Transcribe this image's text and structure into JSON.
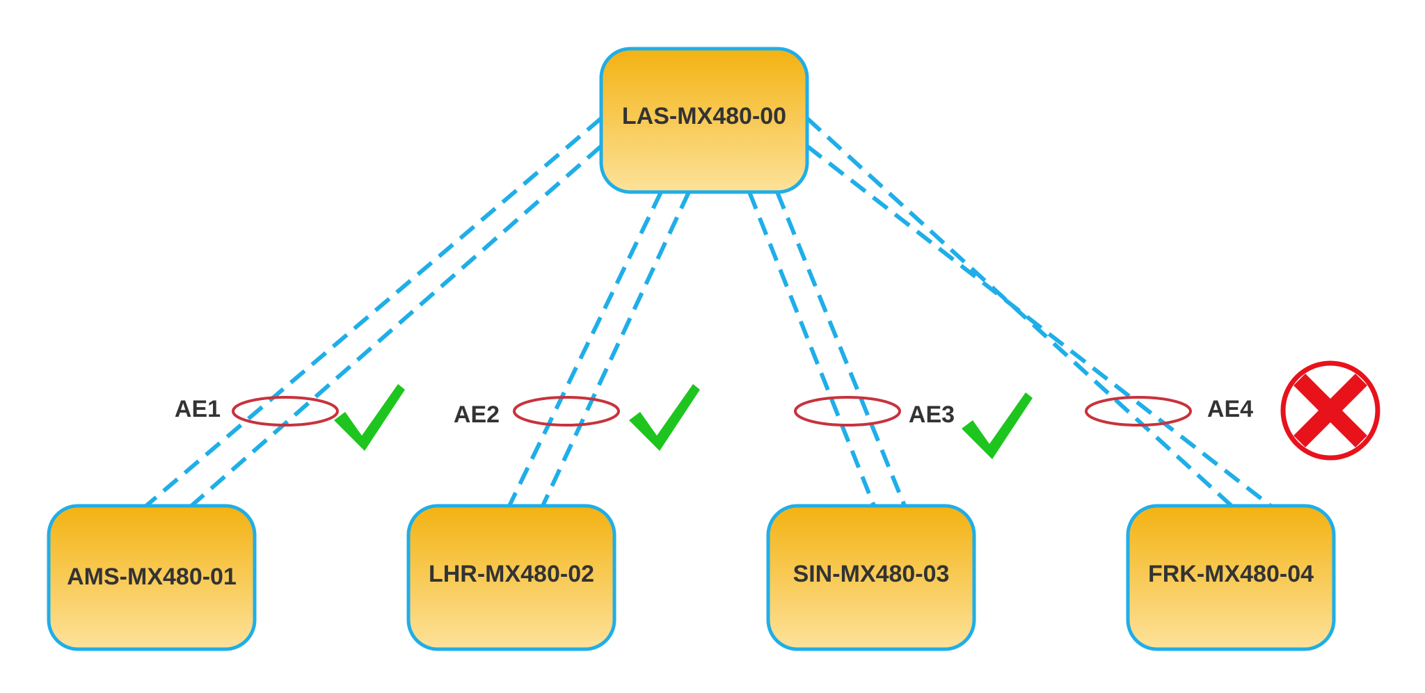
{
  "colors": {
    "node_fill_top": "#F3B212",
    "node_fill_bottom": "#FDE29A",
    "node_border": "#1FAEE8",
    "link_line": "#1FAEE8",
    "lag_ellipse": "#C8323C",
    "status_ok": "#1EC51E",
    "status_fail": "#E8121B",
    "text": "#333333"
  },
  "hub": {
    "label": "LAS-MX480-00"
  },
  "spokes": [
    {
      "label": "AMS-MX480-01",
      "bundle": "AE1",
      "status": "ok"
    },
    {
      "label": "LHR-MX480-02",
      "bundle": "AE2",
      "status": "ok"
    },
    {
      "label": "SIN-MX480-03",
      "bundle": "AE3",
      "status": "ok"
    },
    {
      "label": "FRK-MX480-04",
      "bundle": "AE4",
      "status": "fail"
    }
  ]
}
